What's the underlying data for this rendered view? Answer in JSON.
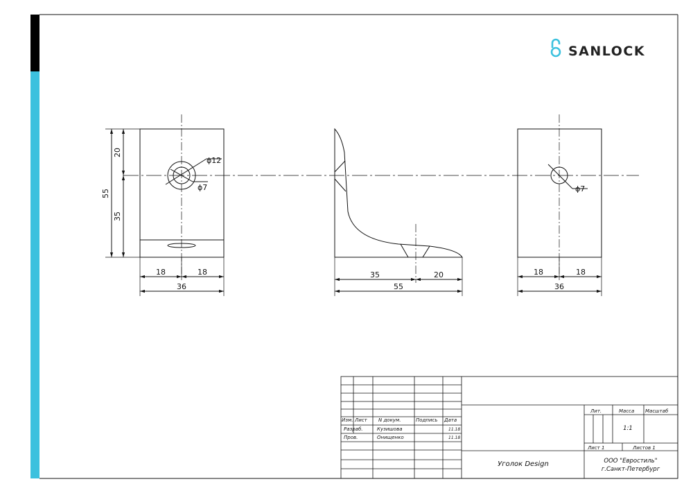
{
  "brand": {
    "name": "SANLOCK",
    "accent": "#3cc1de"
  },
  "colors": {
    "line": "#111111",
    "stripe_top": "#000000",
    "stripe_accent": "#3cc1de"
  },
  "front_view": {
    "dim_width": "36",
    "dim_half_left": "18",
    "dim_half_right": "18",
    "dim_height": "55",
    "dim_top": "20",
    "dim_bottom": "35",
    "hole_outer": "ϕ12",
    "hole_inner": "ϕ7"
  },
  "side_view": {
    "dim_length": "55",
    "dim_a": "35",
    "dim_b": "20"
  },
  "back_view": {
    "dim_width": "36",
    "dim_half_left": "18",
    "dim_half_right": "18",
    "hole": "ϕ7"
  },
  "title_block": {
    "col_izm": "Изм.",
    "col_list": "Лист",
    "col_doc": "N докум.",
    "col_sign": "Подпись",
    "col_date": "Дата",
    "row_developed": "Разраб.",
    "developer": "Кузишова",
    "developed_date": "11.18",
    "row_checked": "Пров.",
    "checker": "Онищенко",
    "checked_date": "11.18",
    "lit_label": "Лит.",
    "mass_label": "Масса",
    "scale_label": "Масштаб",
    "scale_value": "1:1",
    "sheet_label": "Лист 1",
    "sheets_label": "Листов 1",
    "part_name": "Уголок Design",
    "company": "ООО \"Евростиль\"",
    "city": "г.Санкт-Петербург"
  }
}
